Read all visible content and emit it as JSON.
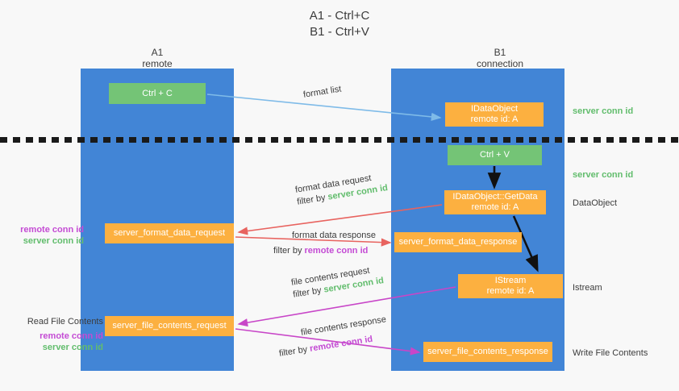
{
  "title": {
    "line1": "A1 - Ctrl+C",
    "line2": "B1 - Ctrl+V"
  },
  "columns": [
    {
      "name": "A1",
      "role": "remote"
    },
    {
      "name": "B1",
      "role": "connection"
    }
  ],
  "boxes": {
    "ctrl_c": {
      "label": "Ctrl + C",
      "color": "#74c476"
    },
    "data_object": {
      "label": "IDataObject",
      "sublabel": "remote id: A",
      "color": "#fcb040"
    },
    "ctrl_v": {
      "label": "Ctrl + V",
      "color": "#74c476"
    },
    "get_data": {
      "label": "IDataObject::GetData",
      "sublabel": "remote id: A",
      "color": "#fcb040"
    },
    "format_data_request": {
      "label": "server_format_data_request",
      "color": "#fcb040"
    },
    "format_data_response": {
      "label": "server_format_data_response",
      "color": "#fcb040"
    },
    "istream": {
      "label": "IStream",
      "sublabel": "remote id: A",
      "color": "#fcb040"
    },
    "file_contents_request": {
      "label": "server_file_contents_request",
      "color": "#fcb040"
    },
    "file_contents_response": {
      "label": "server_file_contents_response",
      "color": "#fcb040"
    }
  },
  "edge_labels": {
    "format_list": "format list",
    "format_data_request": "format data request",
    "format_data_request_filter_prefix": "filter by ",
    "format_data_request_filter_value": "server conn id",
    "format_data_response": "format data response",
    "format_data_response_filter_prefix": "filter by ",
    "format_data_response_filter_value": "remote conn id",
    "file_contents_request": "file contents request",
    "file_contents_request_filter_prefix": "filter by ",
    "file_contents_request_filter_value": "server conn id",
    "file_contents_response": "file contents response",
    "file_contents_response_filter_prefix": "filter by ",
    "file_contents_response_filter_value": "remote conn id"
  },
  "annotations": {
    "server_conn_id_top": "server conn id",
    "server_conn_id_mid": "server conn id",
    "data_object": "DataObject",
    "istream": "Istream",
    "write_file_contents": "Write File Contents",
    "read_file_contents": "Read File Contents",
    "remote_conn_id": "remote conn id",
    "server_conn_id": "server conn id"
  },
  "colors": {
    "lane": "#4285d6",
    "green_box": "#74c476",
    "orange_box": "#fcb040",
    "green_text": "#62bd6d",
    "magenta_text": "#c44bd4",
    "red_arrow": "#e8635f",
    "magenta_arrow": "#c846c8",
    "light_blue_arrow": "#7fbbe8",
    "black_arrow": "#111111",
    "background": "#f8f8f8"
  }
}
